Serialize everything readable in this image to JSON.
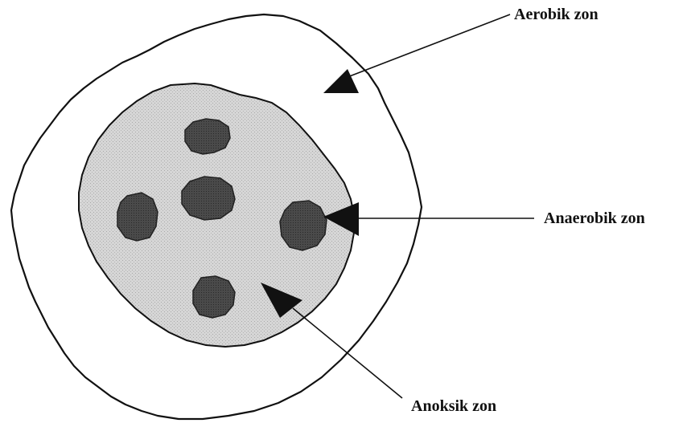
{
  "labels": {
    "aerobic": "Aerobik zon",
    "anaerobic": "Anaerobik zon",
    "anoxic": "Anoksik zon"
  },
  "colors": {
    "background": "#ffffff",
    "outline": "#111111",
    "anoxic_fill": "#d4d4d4",
    "anaerobic_core_fill": "#4a4a4a"
  }
}
